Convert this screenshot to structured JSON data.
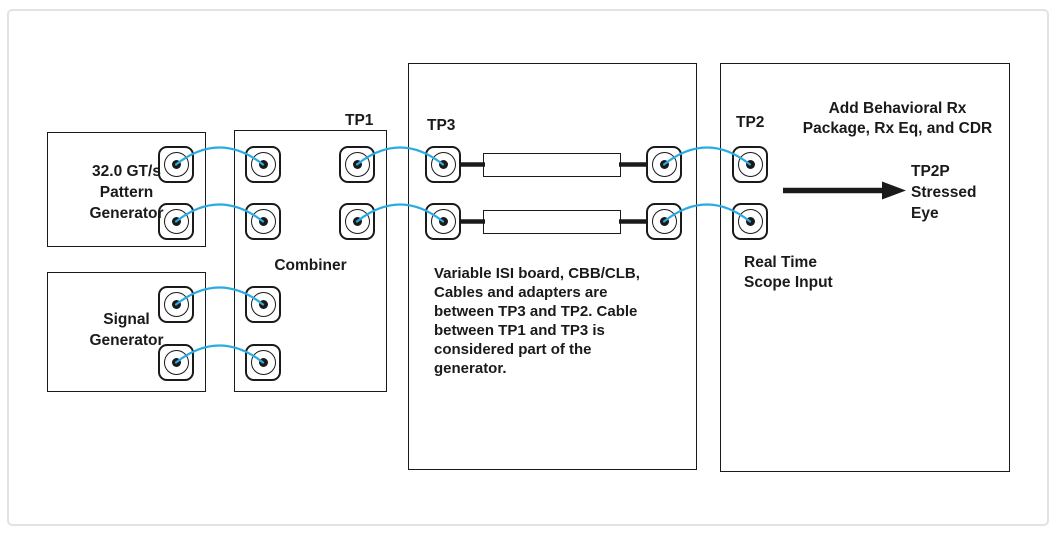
{
  "diagram": {
    "test_points": {
      "tp1": "TP1",
      "tp3": "TP3",
      "tp2": "TP2"
    },
    "pattern_generator": {
      "lines": [
        "32.0 GT/s",
        "Pattern",
        "Generator"
      ]
    },
    "signal_generator": {
      "lines": [
        "Signal",
        "Generator"
      ]
    },
    "combiner": {
      "label": "Combiner"
    },
    "isi_box": {
      "note_lines": [
        "Variable ISI board, CBB/CLB,",
        "Cables and adapters are",
        "between TP3 and TP2. Cable",
        "between TP1 and TP3 is",
        "considered part of the",
        "generator."
      ]
    },
    "scope_box": {
      "header_lines": [
        "Add Behavioral Rx",
        "Package, Rx Eq, and CDR"
      ],
      "output_lines": [
        "TP2P",
        "Stressed",
        "Eye"
      ],
      "input_lines": [
        "Real Time",
        "Scope Input"
      ]
    },
    "icons": {
      "connector": "coax-port-icon",
      "arrow": "right-arrow"
    },
    "colors": {
      "cable": "#29abe2",
      "ink": "#1a1a1a",
      "frame_border": "#e3e3e3"
    }
  }
}
